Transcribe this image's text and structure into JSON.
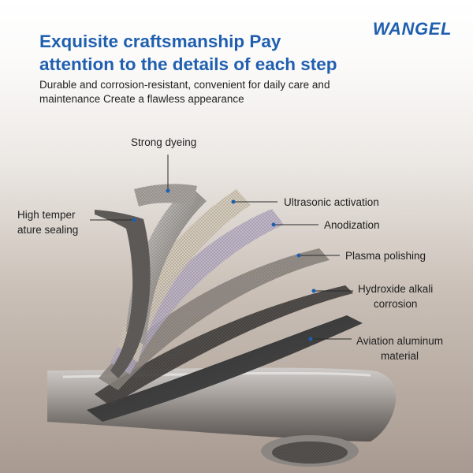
{
  "brand": {
    "logo_text": "WANGEL",
    "color": "#1f5fb0"
  },
  "headline": {
    "line1": "Exquisite craftsmanship Pay",
    "line2": "attention to the details of each step"
  },
  "subtext": {
    "line1": "Durable and corrosion-resistant, convenient for daily care and",
    "line2": "maintenance Create a flawless appearance"
  },
  "callouts": {
    "strong_dyeing": "Strong dyeing",
    "ultrasonic_activation": "Ultrasonic activation",
    "anodization": "Anodization",
    "plasma_polishing": "Plasma polishing",
    "hydroxide_line1": "Hydroxide alkali",
    "hydroxide_line2": "corrosion",
    "aviation_line1": "Aviation aluminum",
    "aviation_line2": "material",
    "temper_line1": "High temper",
    "temper_line2": "ature sealing"
  },
  "colors": {
    "leader_line": "#2a2a2a",
    "leader_dot": "#1f5fb0",
    "metal_dark": "#4a4a4a",
    "metal_light": "#d8d6d4"
  }
}
